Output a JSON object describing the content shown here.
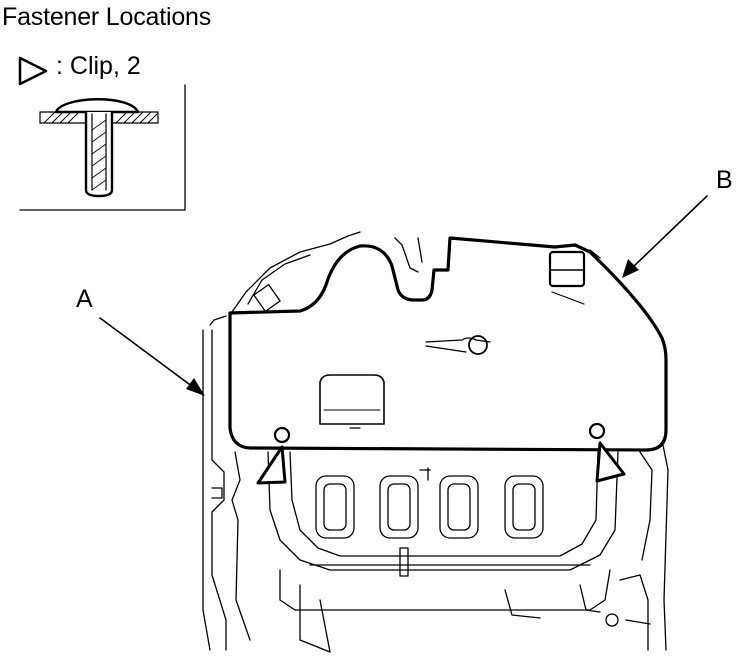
{
  "title": "Fastener Locations",
  "legend": {
    "symbol_icon": "triangle-outline-icon",
    "text": ": Clip, 2"
  },
  "callouts": {
    "a": "A",
    "b": "B"
  }
}
